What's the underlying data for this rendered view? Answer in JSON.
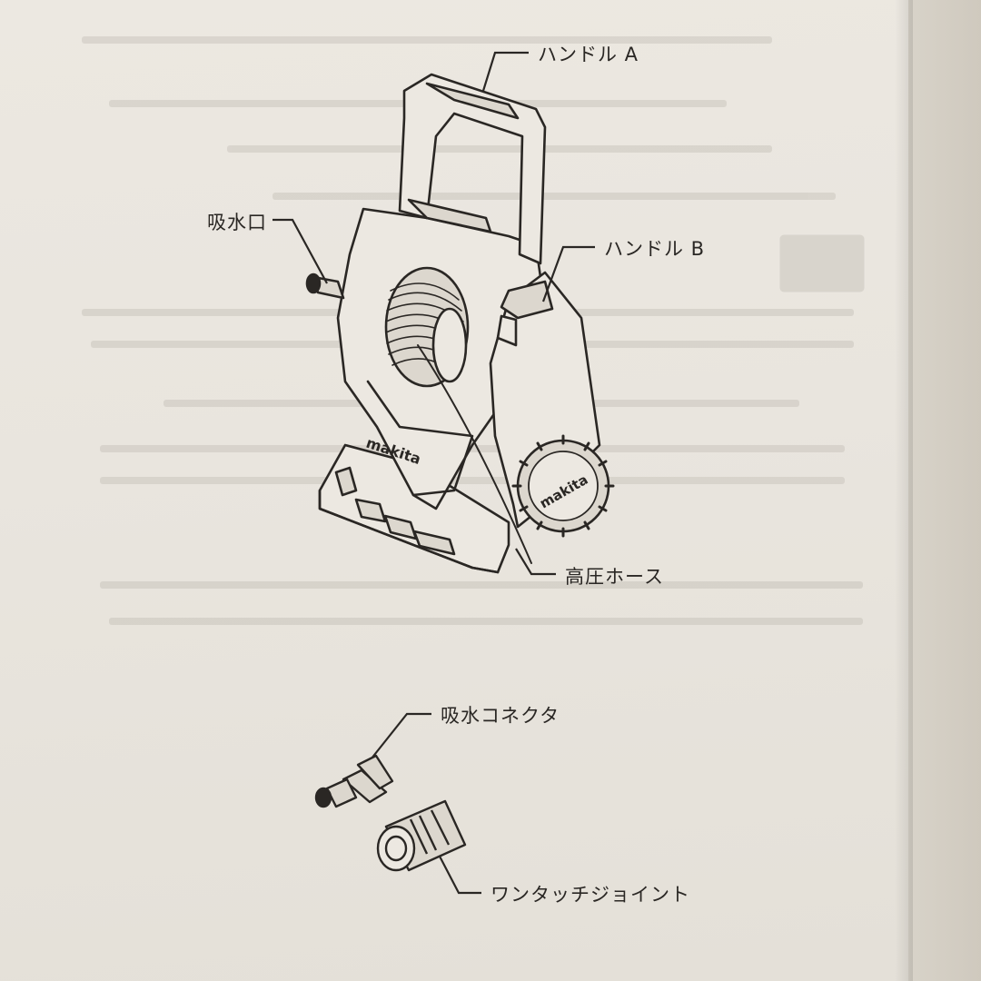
{
  "labels": {
    "handle_a": "ハンドル A",
    "intake": "吸水口",
    "handle_b": "ハンドル B",
    "high_pressure_hose": "高圧ホース",
    "intake_connector": "吸水コネクタ",
    "one_touch_joint": "ワンタッチジョイント"
  },
  "brand": {
    "body_logo": "makita",
    "reel_logo": "makita"
  },
  "icons": [
    "pressure-washer-illustration",
    "intake-connector-illustration",
    "one-touch-joint-illustration"
  ]
}
